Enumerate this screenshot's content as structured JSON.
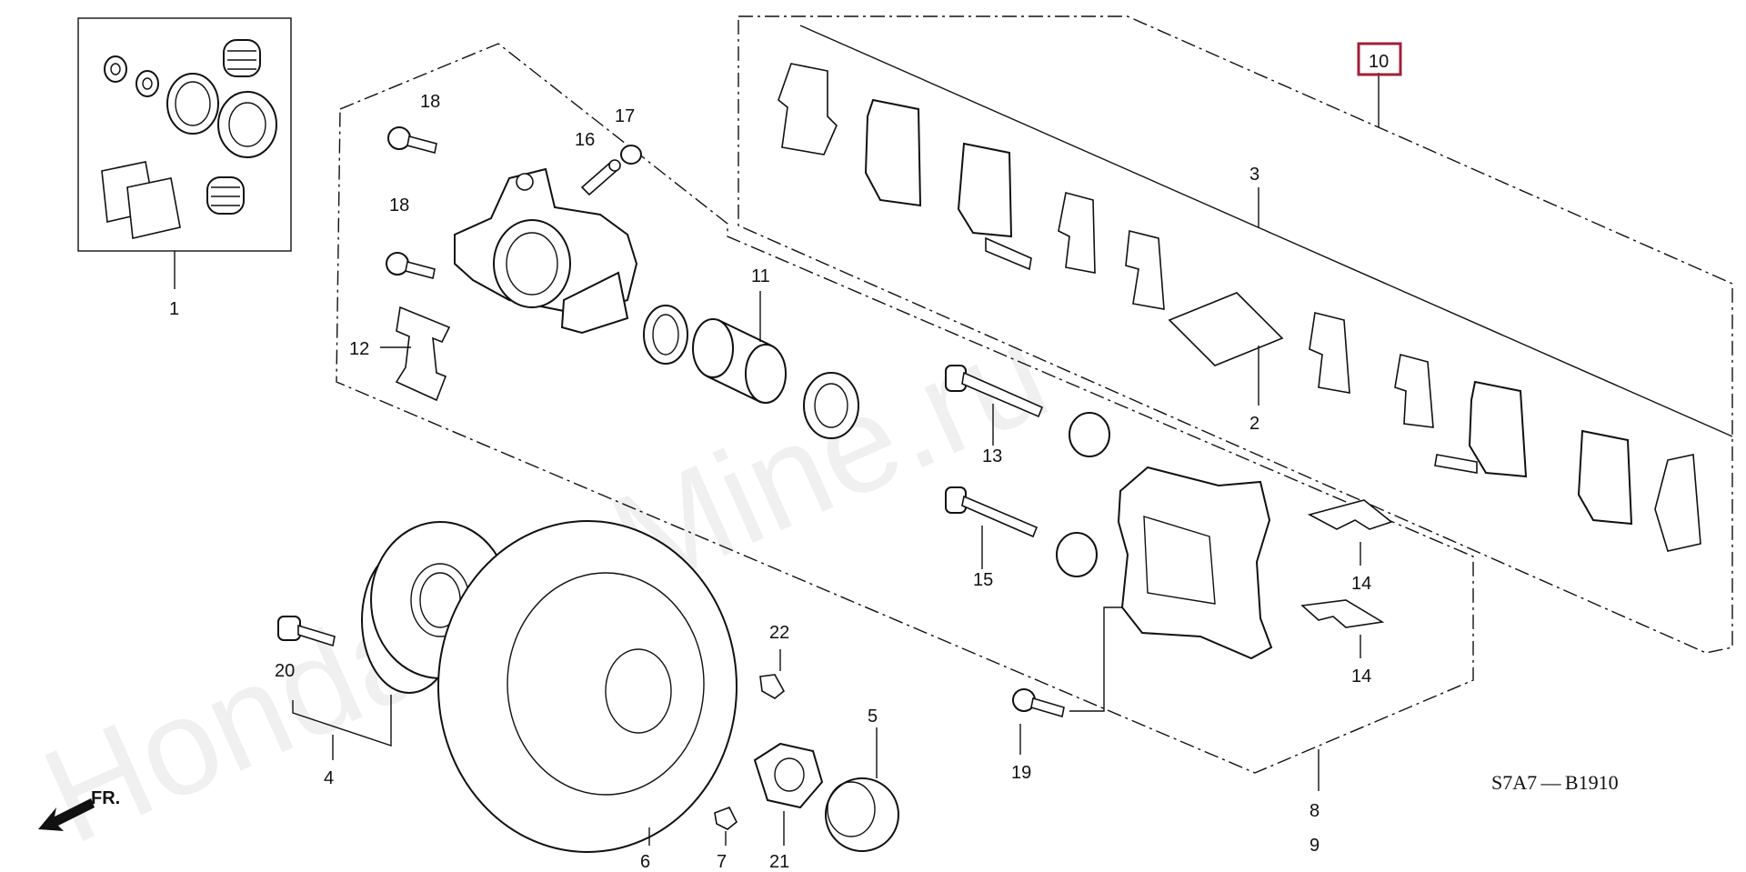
{
  "watermark": "HondaCarMine.ru",
  "diagram_code": "S7A7 — B1910",
  "front_indicator": "FR.",
  "highlighted_part": "10",
  "callouts": {
    "p1": "1",
    "p2": "2",
    "p3": "3",
    "p4": "4",
    "p5": "5",
    "p6": "6",
    "p7": "7",
    "p8": "8",
    "p9": "9",
    "p10": "10",
    "p11": "11",
    "p12": "12",
    "p13": "13",
    "p14a": "14",
    "p14b": "14",
    "p15": "15",
    "p16": "16",
    "p17": "17",
    "p18a": "18",
    "p18b": "18",
    "p19": "19",
    "p20": "20",
    "p21": "21",
    "p22": "22"
  }
}
